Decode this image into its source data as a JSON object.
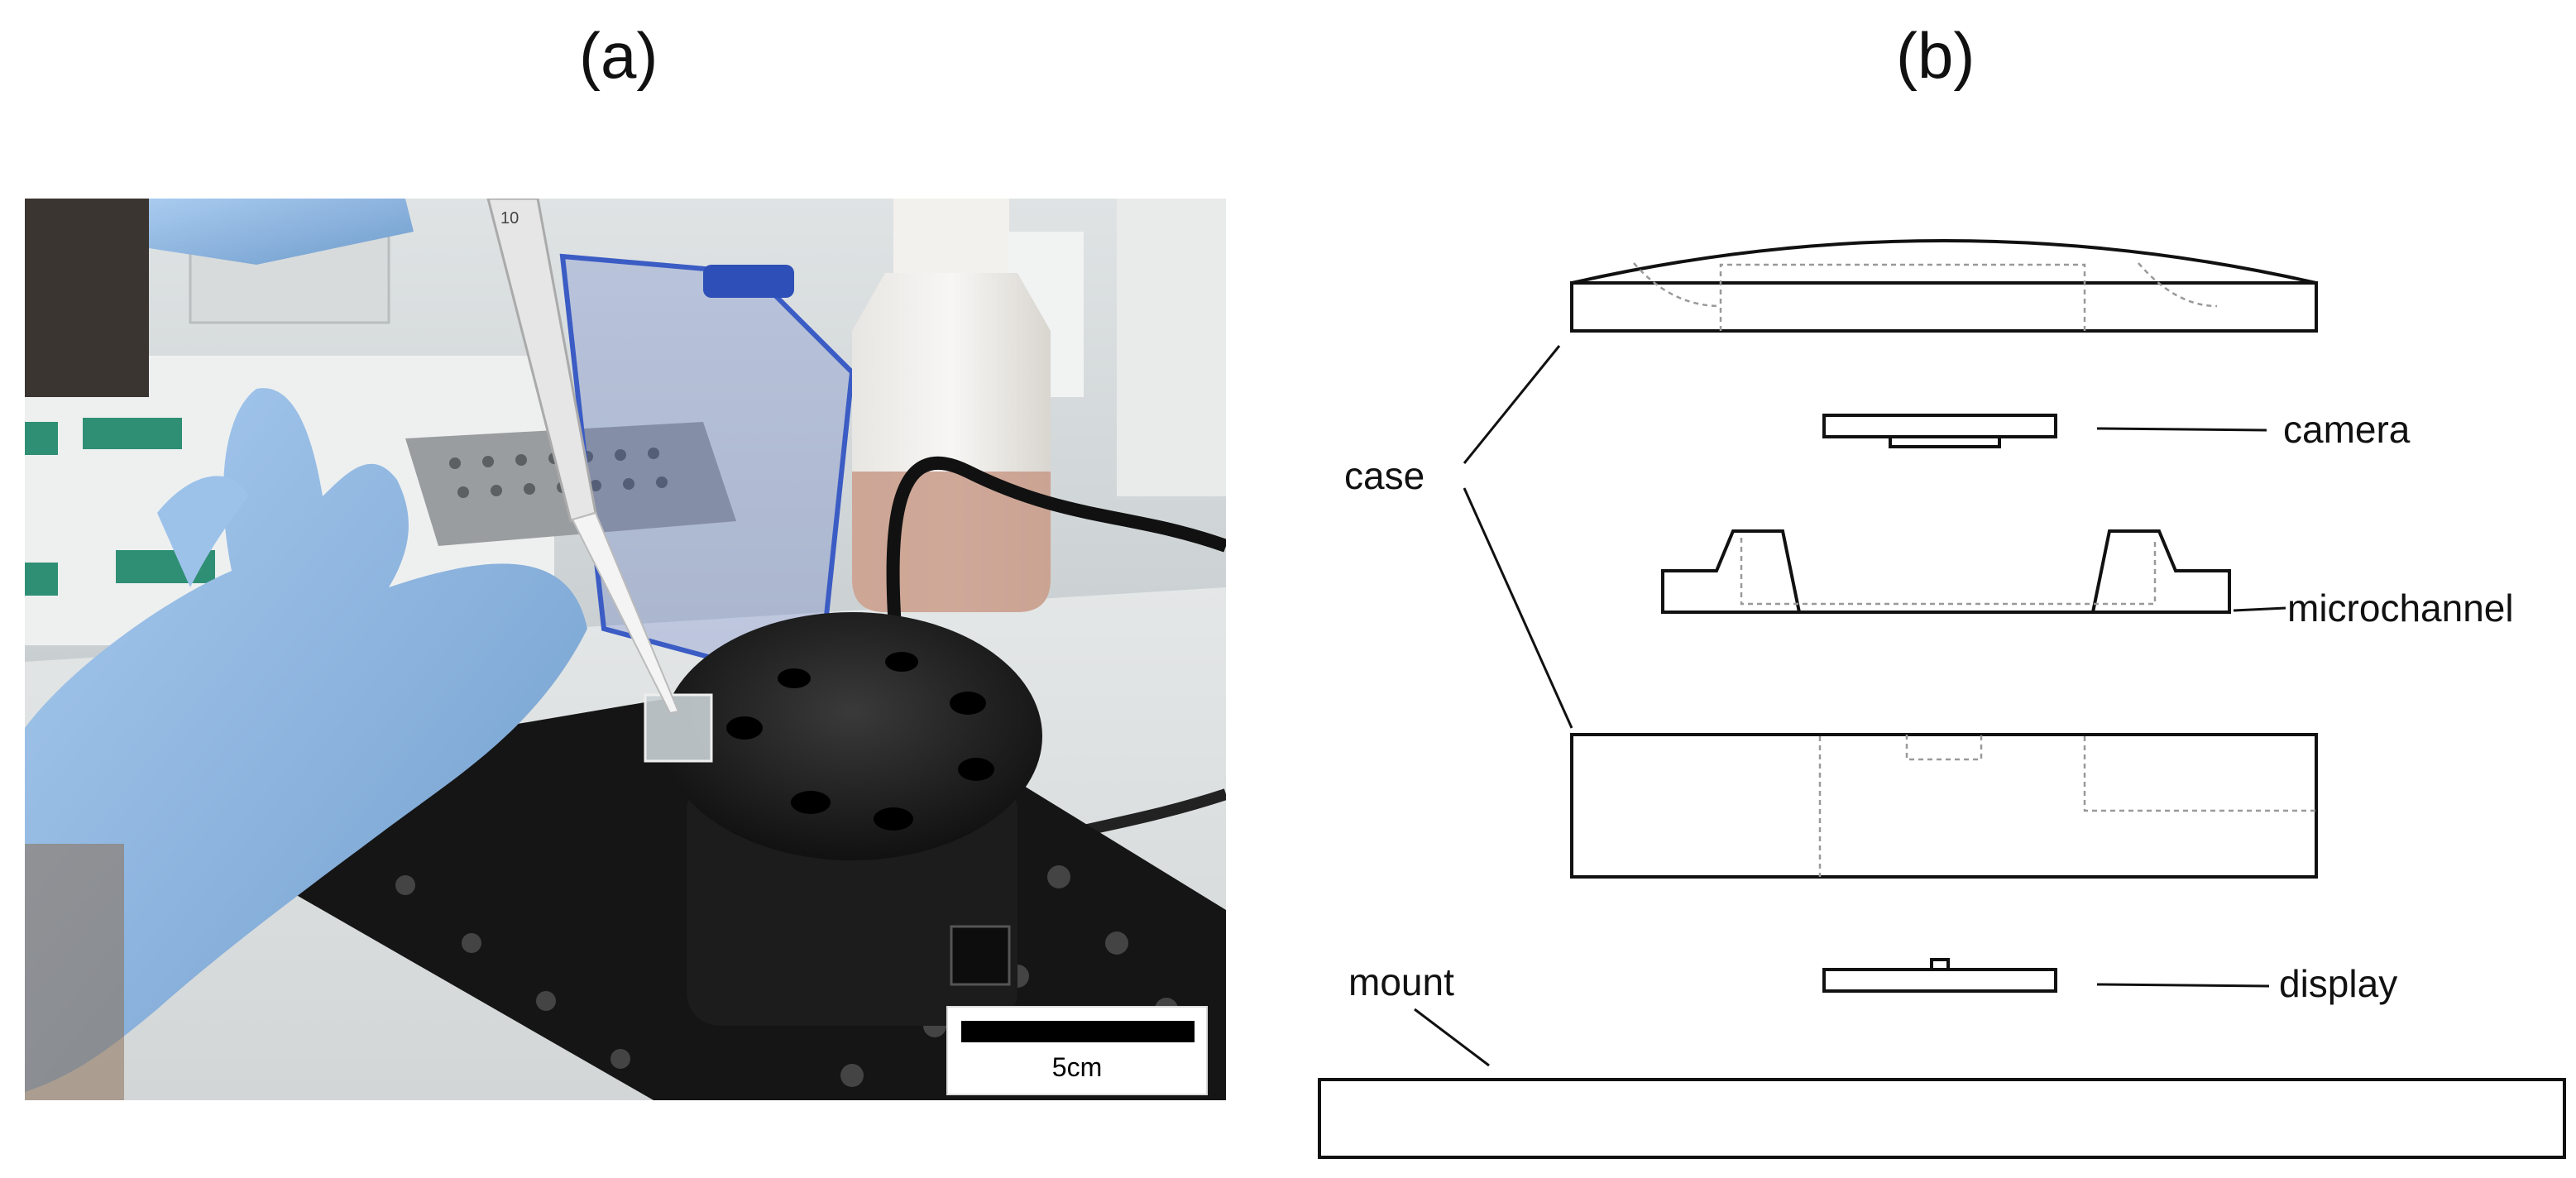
{
  "panels": {
    "a": {
      "label": "(a)"
    },
    "b": {
      "label": "(b)"
    }
  },
  "photo": {
    "scalebar_label": "5cm",
    "pipette_text": "10"
  },
  "diagram": {
    "labels": {
      "case": "case",
      "camera": "camera",
      "microchannel": "microchannel",
      "display": "display",
      "mount": "mount"
    }
  },
  "colors": {
    "glove": "#8fb8e2",
    "device": "#1e1e1e",
    "breadboard": "#151515",
    "bench": "#e9ecec",
    "accent_green": "#2f8f74",
    "shield_blue": "#3b5cc4",
    "liquid": "#c89a88"
  },
  "icons": {
    "photo": "lab-photo-illustration",
    "diagram": "exploded-view-diagram"
  }
}
